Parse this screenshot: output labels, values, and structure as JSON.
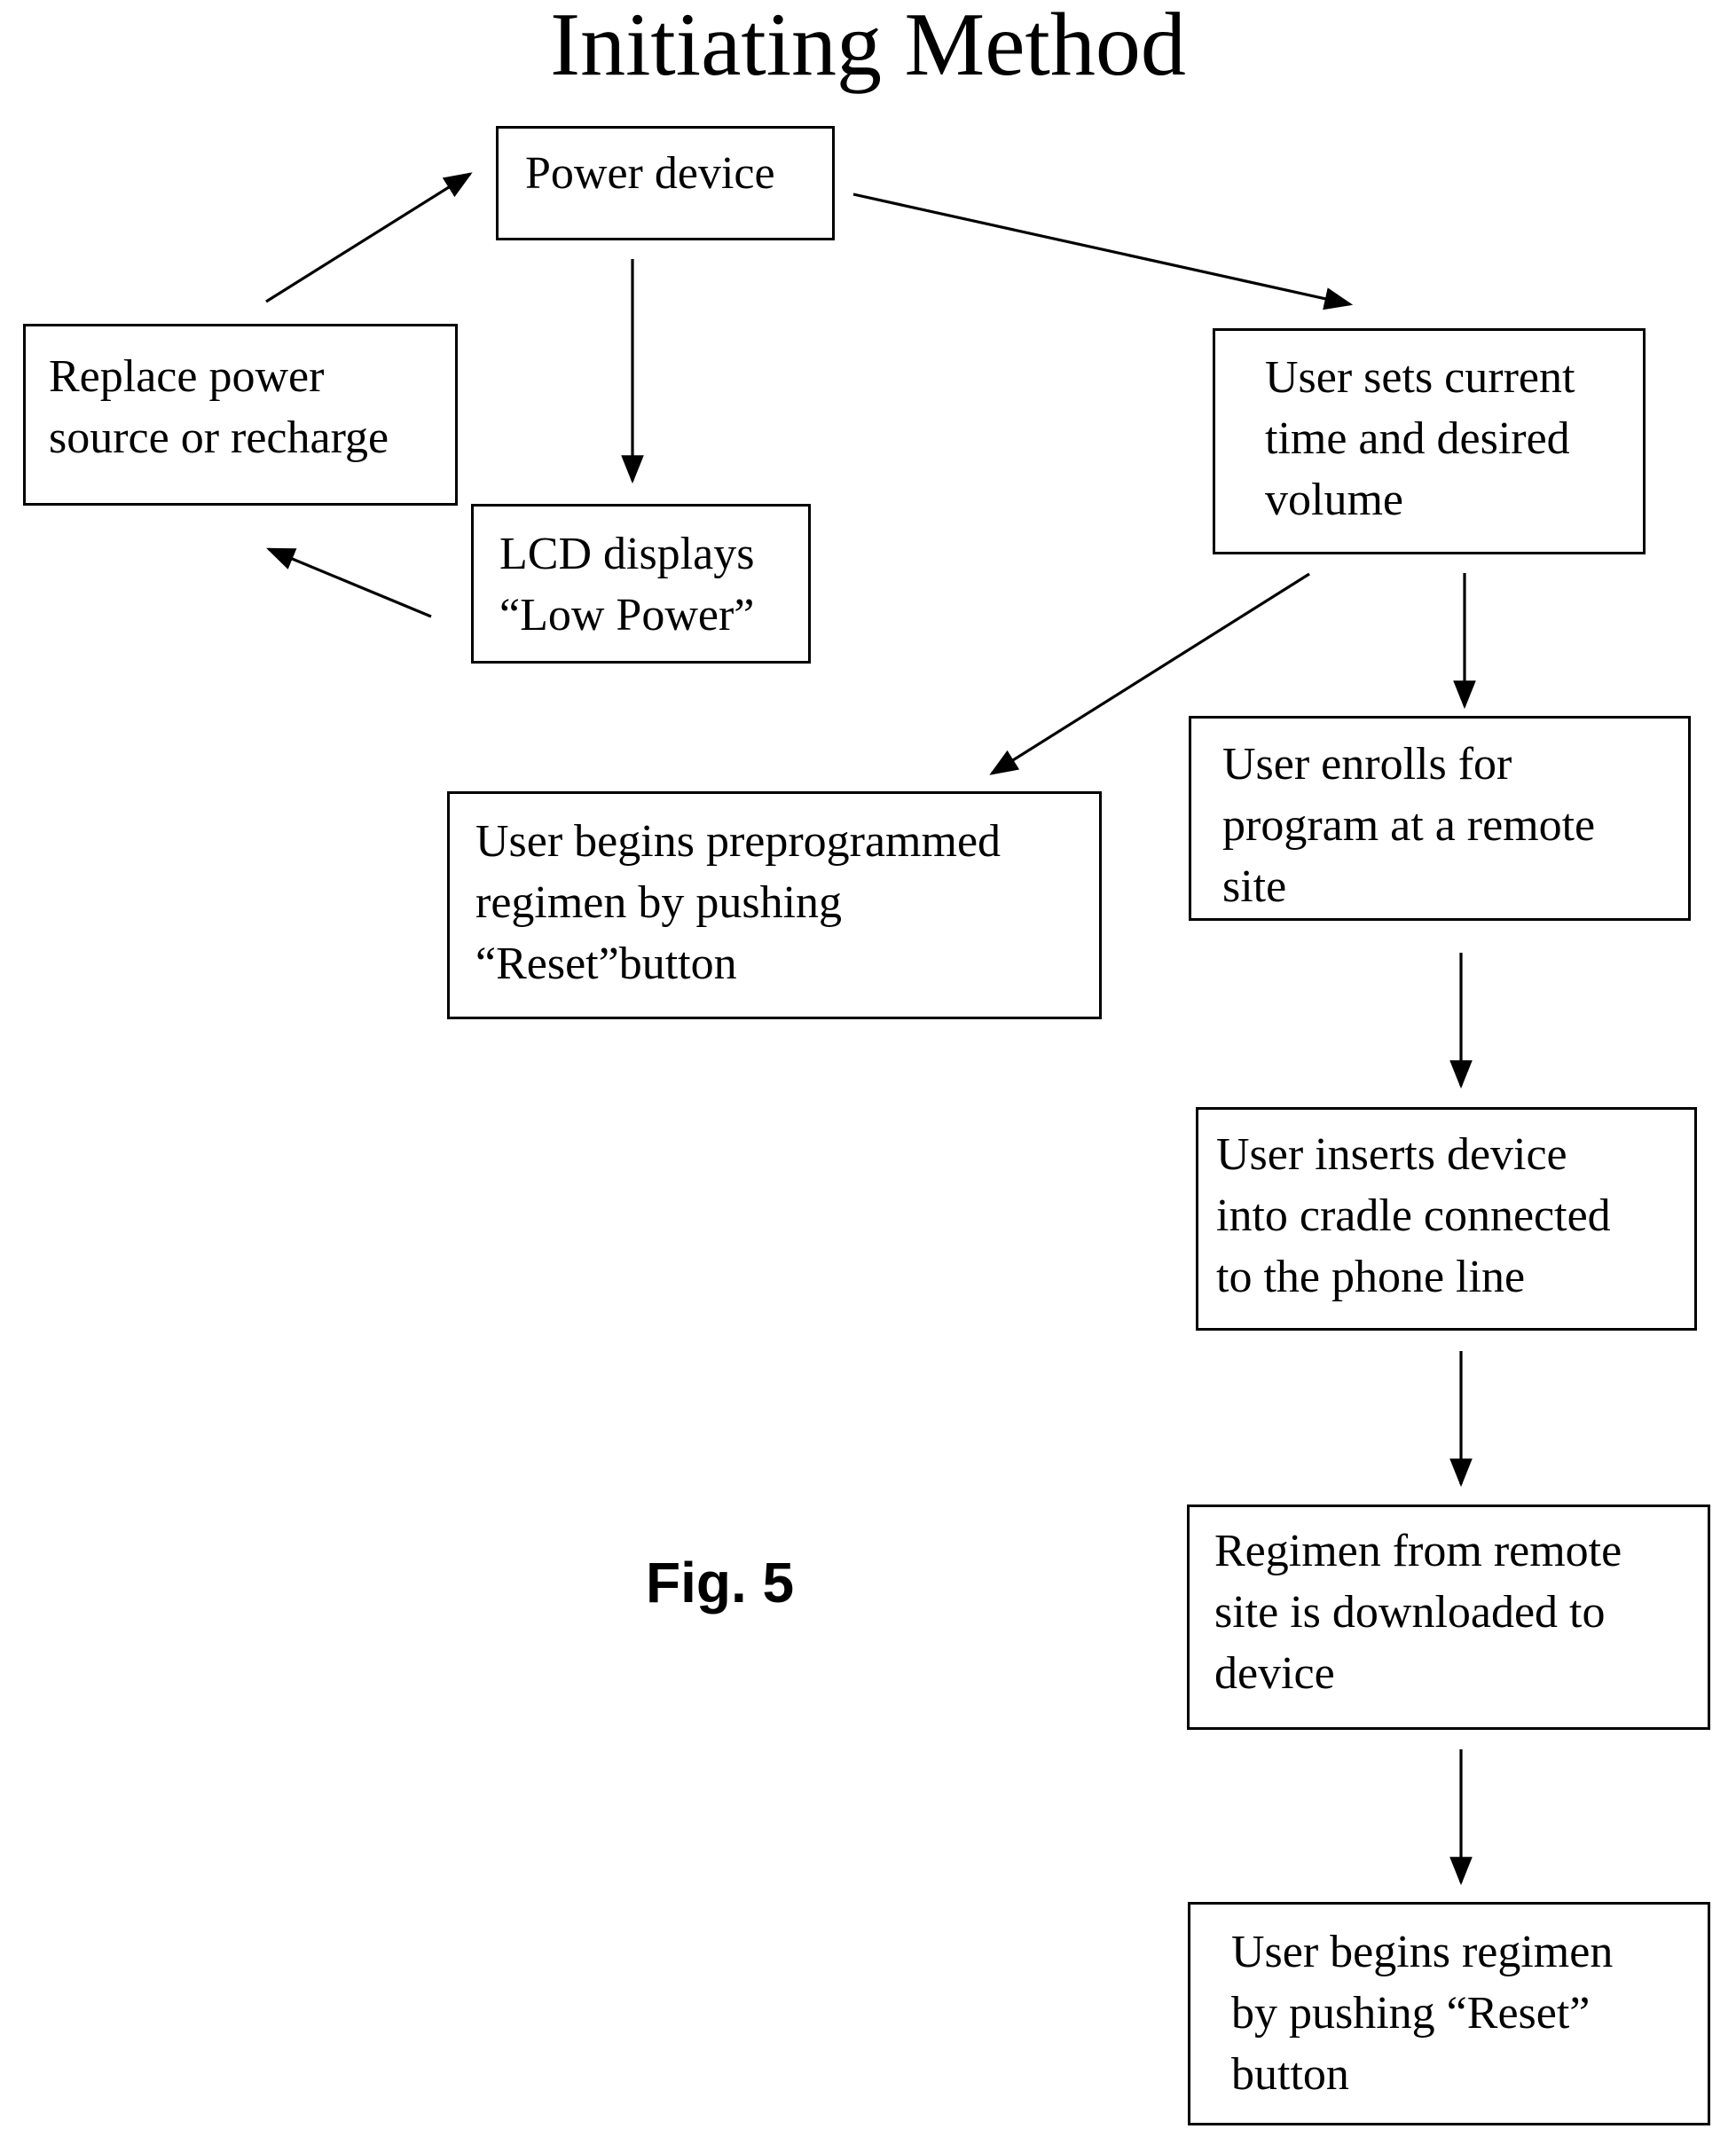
{
  "title": "Initiating Method",
  "figure_label": "Fig. 5",
  "nodes": {
    "power_device": "Power device",
    "replace_power": "Replace power\nsource or recharge",
    "lcd_low_power": "LCD displays\n“Low Power”",
    "user_sets_time": "User sets current\ntime and desired\nvolume",
    "preprogrammed_regimen": "User begins preprogrammed\nregimen by pushing\n“Reset”button",
    "enroll_remote": "User enrolls for\nprogram at a remote\nsite",
    "insert_cradle": "User inserts device\ninto cradle connected\nto the phone line",
    "download_regimen": "Regimen from remote\nsite is downloaded to\ndevice",
    "begin_regimen": "User begins regimen\nby pushing “Reset”\nbutton"
  }
}
